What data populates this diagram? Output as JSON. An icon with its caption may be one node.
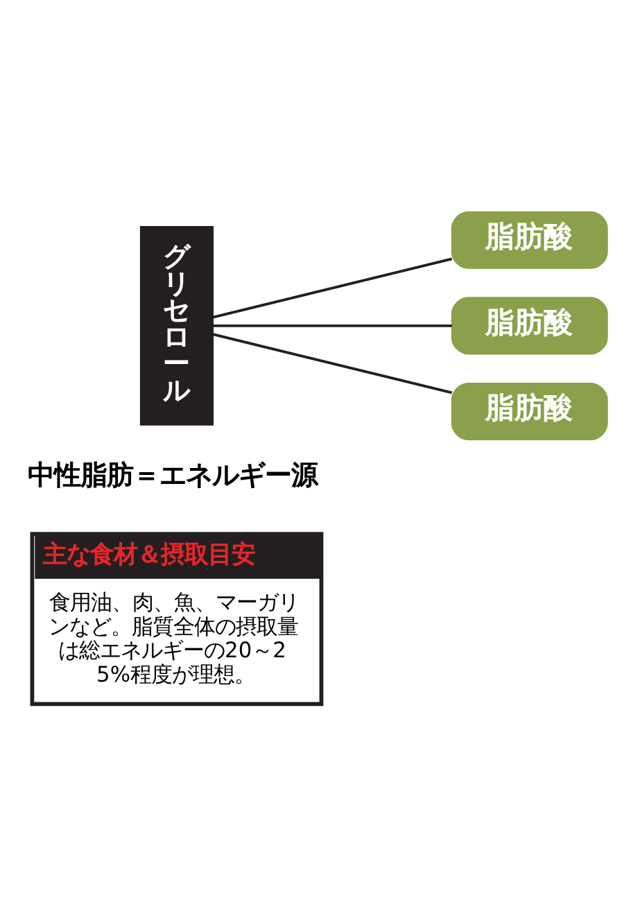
{
  "diagram": {
    "nodes": [
      {
        "text": [
          "グリセロール"
        ]
      },
      {
        "text": [
          "脂肪酸"
        ]
      },
      {
        "text": [
          "脂肪酸"
        ]
      },
      {
        "text": [
          "脂肪酸"
        ]
      },
      {
        "text": [
          "主な食材＆摂取目安",
          "食用油、肉、魚、マーガリンなど。脂質全体の摂取量は総エネルギーの20～25%程度が理想。"
        ]
      }
    ],
    "edges": [
      {
        "from": 0,
        "to": 1,
        "arrow": "none"
      },
      {
        "from": 0,
        "to": 2,
        "arrow": "none"
      },
      {
        "from": 0,
        "to": 3,
        "arrow": "none"
      }
    ],
    "labels": [
      "中性脂肪＝エネルギー源"
    ]
  }
}
